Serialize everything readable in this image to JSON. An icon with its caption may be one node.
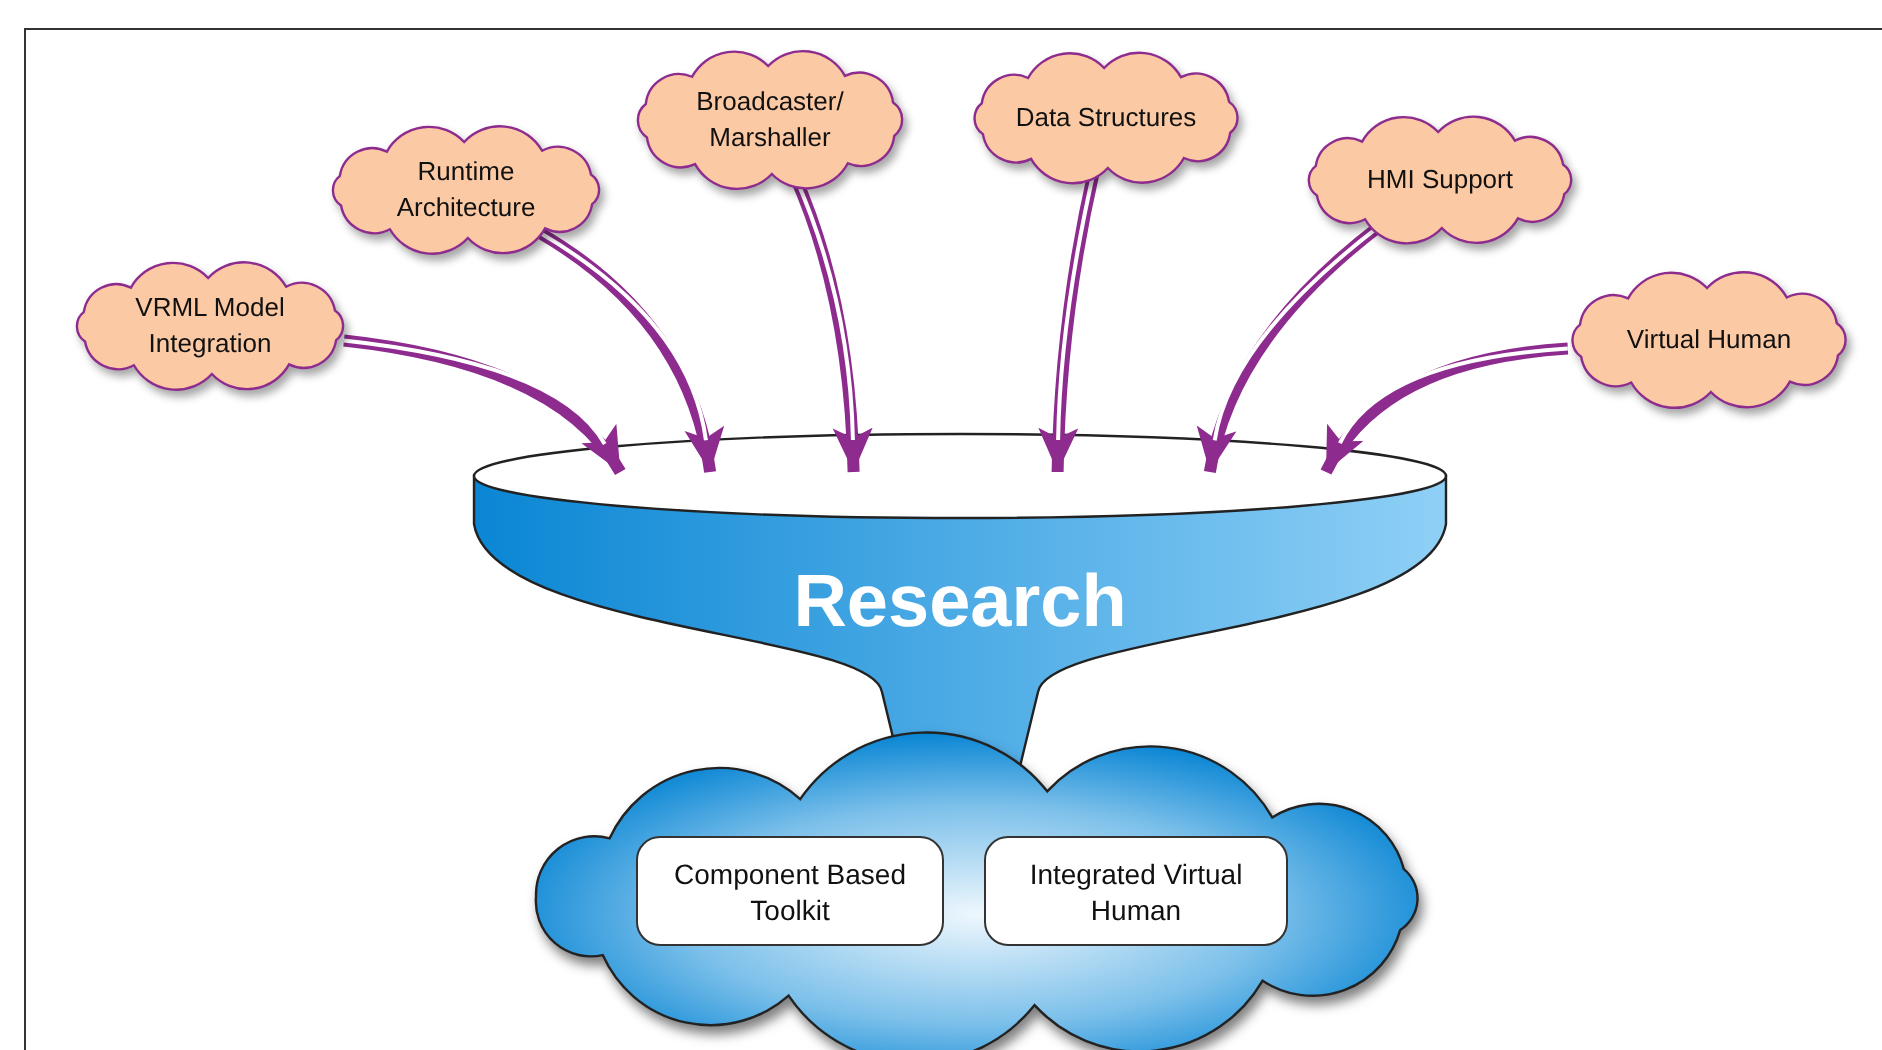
{
  "diagram": {
    "nodes": [
      {
        "text": [
          "VRML Model Integration"
        ]
      },
      {
        "text": [
          "Runtime Architecture"
        ]
      },
      {
        "text": [
          "Broadcaster/ Marshaller"
        ]
      },
      {
        "text": [
          "Data Structures"
        ]
      },
      {
        "text": [
          "HMI Support"
        ]
      },
      {
        "text": [
          "Virtual Human"
        ]
      },
      {
        "text": [
          "Research"
        ]
      },
      {
        "text": [],
        "shape": "cloud"
      },
      {
        "text": [
          "Component Based Toolkit"
        ],
        "in": 7
      },
      {
        "text": [
          "Integrated Virtual Human"
        ],
        "in": 7
      }
    ],
    "edges": [
      {
        "from": 0,
        "to": 6,
        "arrow": "to"
      },
      {
        "from": 1,
        "to": 6,
        "arrow": "to"
      },
      {
        "from": 2,
        "to": 6,
        "arrow": "to"
      },
      {
        "from": 3,
        "to": 6,
        "arrow": "to"
      },
      {
        "from": 4,
        "to": 6,
        "arrow": "to"
      },
      {
        "from": 5,
        "to": 6,
        "arrow": "to"
      }
    ]
  }
}
